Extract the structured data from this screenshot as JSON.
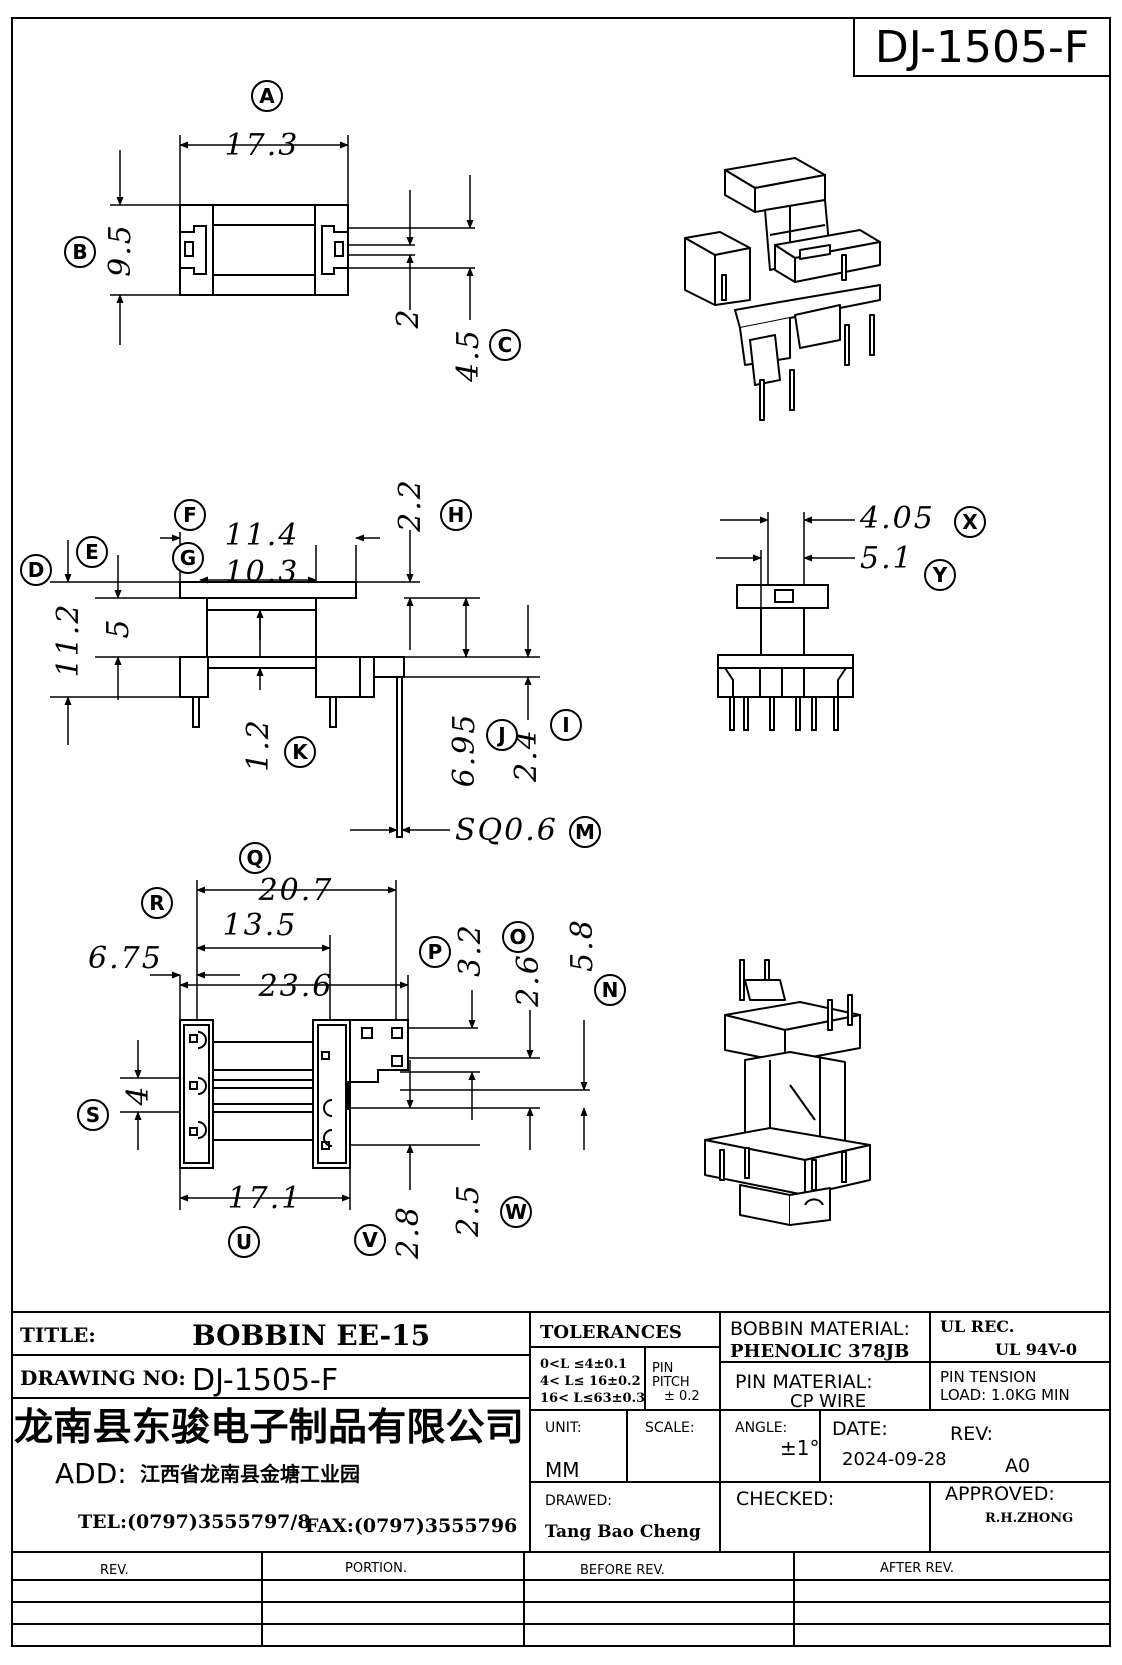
{
  "drawing_code": "DJ-1505-F",
  "dimensions": {
    "top_view": {
      "width": "17.3",
      "height": "9.5",
      "slot": "2",
      "slot_pitch": "4.5"
    },
    "side_view": {
      "overall_top": "11.4",
      "inner_top": "10.3",
      "flange": "2.2",
      "height": "11.2",
      "core": "5",
      "pin_dia": "1.2",
      "base_h": "6.95",
      "step": "2.4",
      "pin_sq": "SQ0.6"
    },
    "end_view": {
      "x": "4.05",
      "y": "5.1"
    },
    "bottom_view": {
      "q": "20.7",
      "r": "13.5",
      "s_off": "6.75",
      "overall": "23.6",
      "p": "3.2",
      "o": "2.6",
      "n": "5.8",
      "s": "4",
      "u": "17.1",
      "v": "2.8",
      "w": "2.5"
    }
  },
  "callouts": [
    "A",
    "B",
    "C",
    "D",
    "E",
    "F",
    "G",
    "H",
    "I",
    "J",
    "K",
    "M",
    "N",
    "O",
    "P",
    "Q",
    "R",
    "S",
    "U",
    "V",
    "W",
    "X",
    "Y"
  ],
  "title_block": {
    "title_label": "TITLE:",
    "title_value": "BOBBIN EE-15",
    "drawing_no_label": "DRAWING NO:",
    "drawing_no_value": "DJ-1505-F",
    "company": "龙南县东骏电子制品有限公司",
    "address_label": "ADD:",
    "address_value": "江西省龙南县金塘工业园",
    "tel": "TEL:(0797)3555797/8",
    "fax": "FAX:(0797)3555796",
    "tolerances_label": "TOLERANCES",
    "tol_1": "0<L ≤4±0.1",
    "tol_2": "4< L≤  16±0.2",
    "tol_3": "16< L≤63±0.3",
    "pin_pitch_label_1": "PIN",
    "pin_pitch_label_2": "PITCH",
    "pin_pitch_value": "± 0.2",
    "bobbin_material_label": "BOBBIN MATERIAL:",
    "bobbin_material_value": "PHENOLIC  378JB",
    "ul_label": "UL REC.",
    "ul_value": "UL  94V-0",
    "pin_material_label": "PIN MATERIAL:",
    "pin_material_value": "CP WIRE",
    "pin_tension_label": "PIN TENSION",
    "pin_tension_value": "LOAD:  1.0KG MIN",
    "unit_label": "UNIT:",
    "unit_value": "MM",
    "scale_label": "SCALE:",
    "angle_label": "ANGLE:",
    "angle_value": "±1°",
    "date_label": "DATE:",
    "date_value": "2024-09-28",
    "rev_label": "REV:",
    "rev_value": "A0",
    "drawed_label": "DRAWED:",
    "drawed_value": "Tang Bao Cheng",
    "checked_label": "CHECKED:",
    "approved_label": "APPROVED:",
    "approved_value": "R.H.ZHONG"
  },
  "revision_table": {
    "headers": [
      "REV.",
      "PORTION.",
      "BEFORE REV.",
      "AFTER REV."
    ]
  }
}
